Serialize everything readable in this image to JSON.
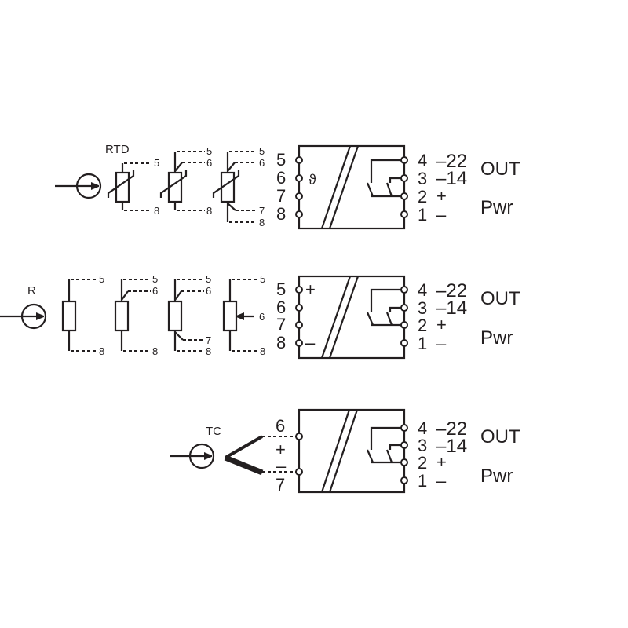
{
  "rtd_section": {
    "title": "RTD",
    "lead_labels": {
      "t5": "5",
      "t6": "6",
      "t7": "7",
      "t8": "8"
    },
    "input_terminals": [
      "5",
      "6",
      "7",
      "8"
    ],
    "temperature_symbol": "ϑ"
  },
  "resistance_section": {
    "title": "R",
    "lead_labels": {
      "t5": "5",
      "t6": "6",
      "t7": "7",
      "t8": "8"
    },
    "input_terminals": [
      "5",
      "6",
      "7",
      "8"
    ],
    "plus": "+",
    "minus": "–"
  },
  "thermocouple_section": {
    "title": "TC",
    "input_terminals": [
      "6",
      "7"
    ],
    "plus": "+",
    "minus": "–"
  },
  "output": {
    "terminals": [
      "4",
      "3",
      "2",
      "1"
    ],
    "out_pins": [
      "–22",
      "–14"
    ],
    "out_label": "OUT",
    "pwr_signs": [
      "+",
      "–"
    ],
    "pwr_label": "Pwr"
  }
}
